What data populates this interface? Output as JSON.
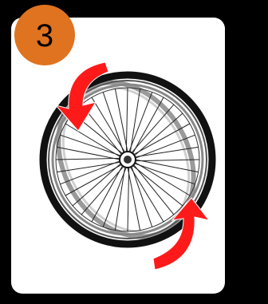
{
  "card": {
    "number": "3",
    "badge_color": "#e0731f",
    "card_color": "#ffffff",
    "background_color": "#000000",
    "image_icon": "bicycle-wheel-icon",
    "arrow_color": "#ff1a1a",
    "arrows": [
      {
        "icon": "rotate-arrow-icon",
        "direction": "counter-clockwise"
      },
      {
        "icon": "rotate-arrow-icon",
        "direction": "counter-clockwise"
      }
    ]
  }
}
